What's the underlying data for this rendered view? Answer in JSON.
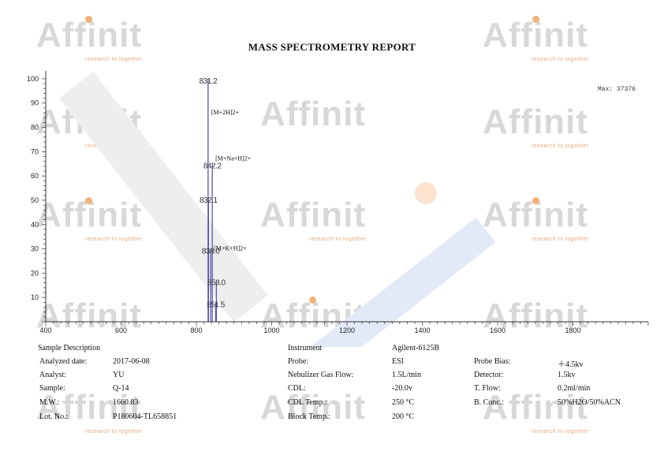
{
  "report": {
    "title": "MASS SPECTROMETRY REPORT"
  },
  "watermark": {
    "brand": "Affinit",
    "tagline": "research to together"
  },
  "colors": {
    "peak": "#3a3aa6",
    "axis": "#333333",
    "accent": "#f3b27a"
  },
  "chart_data": {
    "type": "bar",
    "title": "MASS SPECTROMETRY REPORT",
    "xlabel": "",
    "ylabel": "",
    "xlim": [
      400,
      2000
    ],
    "ylim": [
      0,
      100
    ],
    "x_ticks": [
      400,
      600,
      800,
      1000,
      1200,
      1400,
      1600,
      1800
    ],
    "y_ticks": [
      10,
      20,
      30,
      40,
      50,
      60,
      70,
      80,
      90,
      100
    ],
    "max_label": "Max: 37376",
    "peaks": [
      {
        "mz": 831.2,
        "label": "831.2",
        "intensity": 100
      },
      {
        "mz": 842.2,
        "label": "842.2",
        "intensity": 65
      },
      {
        "mz": 832.1,
        "label": "832.1",
        "intensity": 51
      },
      {
        "mz": 838.0,
        "label": "838.0",
        "intensity": 30
      },
      {
        "mz": 853.0,
        "label": "853.0",
        "intensity": 17
      },
      {
        "mz": 851.5,
        "label": "851.5",
        "intensity": 8
      }
    ],
    "annotations": [
      {
        "text": "[M+2H]2+",
        "mz": 831.2,
        "level": 86
      },
      {
        "text": "[M+Na+H]2+",
        "mz": 842.2,
        "level": 67
      },
      {
        "text": "[M+K+H]2+",
        "mz": 838.0,
        "level": 30
      }
    ]
  },
  "sample": {
    "heading": "Sample Description",
    "rows": [
      {
        "label": "Analyzed date:",
        "value": "2017-06-08"
      },
      {
        "label": "Analyst:",
        "value": "YU"
      },
      {
        "label": "Sample:",
        "value": "Q-14"
      },
      {
        "label": "M.W.:",
        "value": "1660.83"
      },
      {
        "label": "Lot. No.:",
        "value": "P180604-TL658851"
      }
    ]
  },
  "instrument": {
    "heading": "Instrument",
    "model": "Agilent-6125B",
    "rows": [
      {
        "label": "Probe:",
        "value": "ESI"
      },
      {
        "label": "Nebulizer Gas Flow:",
        "value": "1.5L/min"
      },
      {
        "label": "CDL:",
        "value": "-20.0v"
      },
      {
        "label": "CDL Temp.:",
        "value": "250 °C"
      },
      {
        "label": "Block Temp.:",
        "value": "200 °C"
      }
    ],
    "extra_rows": [
      {
        "label": "Probe Bias:",
        "value": "＋4.5kv"
      },
      {
        "label": "Detector:",
        "value": "1.5kv"
      },
      {
        "label": "T. Flow:",
        "value": "0.2ml/min"
      },
      {
        "label": "B. Conc.:",
        "value": "50%H2O/50%ACN"
      }
    ]
  }
}
